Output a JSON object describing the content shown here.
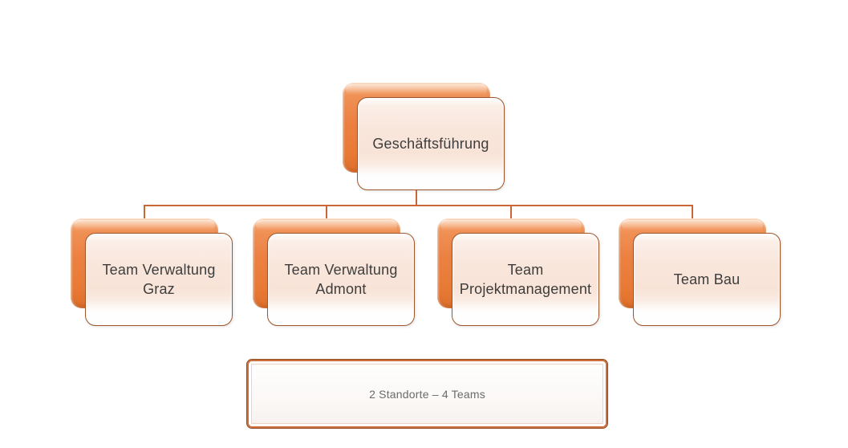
{
  "diagram": {
    "root": {
      "label": "Geschäftsführung"
    },
    "children": [
      {
        "label": "Team Verwaltung\nGraz"
      },
      {
        "label": "Team Verwaltung\nAdmont"
      },
      {
        "label": "Team\nProjektmanagement"
      },
      {
        "label": "Team Bau"
      }
    ],
    "footer": {
      "label": "2 Standorte – 4 Teams"
    },
    "colors": {
      "background": "#FFFFFF",
      "node_back_orange": "#E87A35",
      "node_back_highlight": "#F7AE79",
      "node_front_fill": "#F8E3D7",
      "node_front_border": "#A0562B",
      "connector": "#C96633",
      "node_text": "#3D3D3D",
      "footer_border": "#CE6F3B",
      "footer_text": "#6B6B6B"
    }
  }
}
